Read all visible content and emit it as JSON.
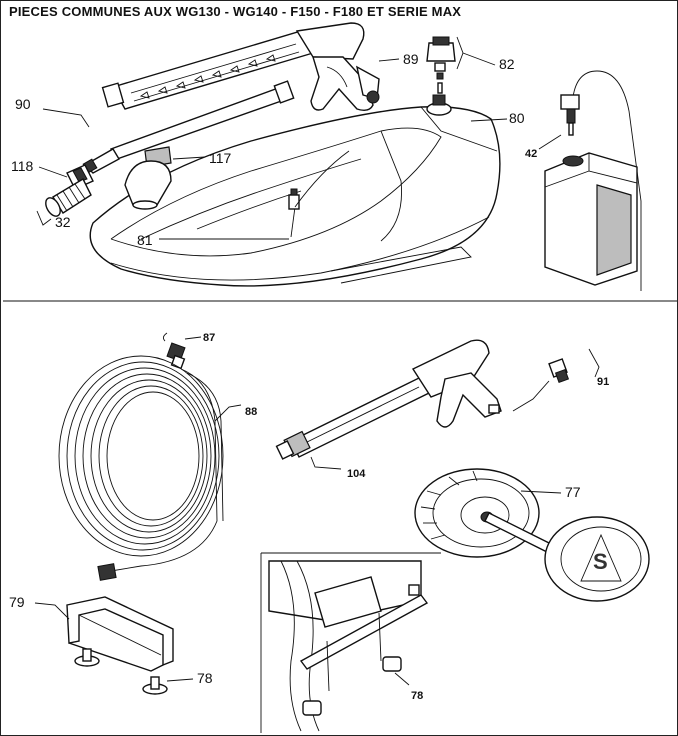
{
  "title": "PIECES COMMUNES AUX WG130 - WG140 - F150 - F180 ET SERIE MAX",
  "callouts": {
    "c89": "89",
    "c82": "82",
    "c90": "90",
    "c80": "80",
    "c118": "118",
    "c117": "117",
    "c42": "42",
    "c32": "32",
    "c81": "81",
    "c87": "87",
    "c88": "88",
    "c91": "91",
    "c104": "104",
    "c77": "77",
    "c79": "79",
    "c78a": "78",
    "c78b": "78"
  },
  "wheel_letter": "S"
}
